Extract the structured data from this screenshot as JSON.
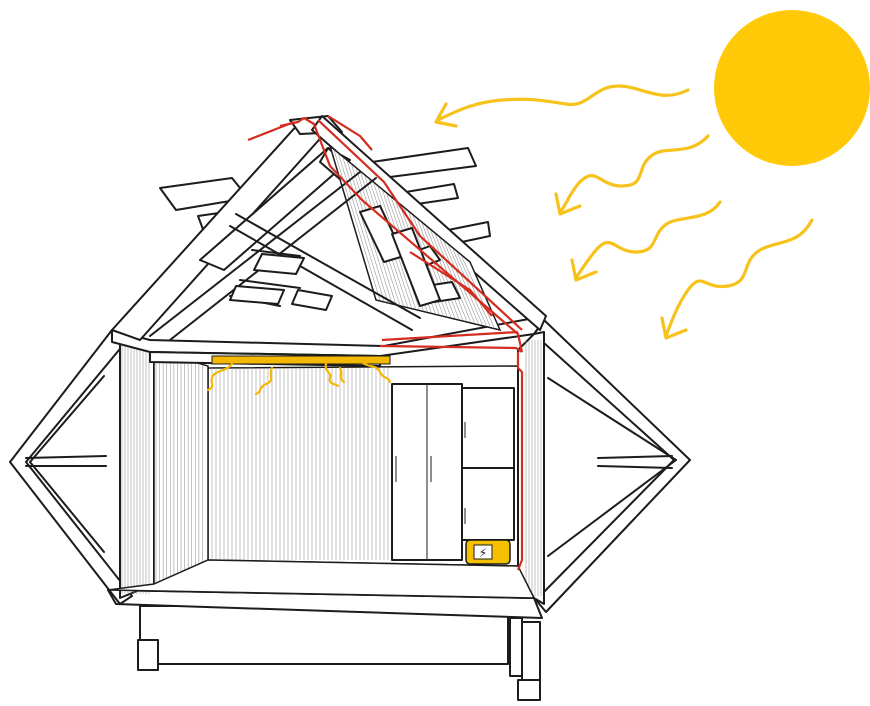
{
  "diagram": {
    "subject": "solar-heated-cabin-cross-section",
    "colors": {
      "sun": "#ffc907",
      "sun_rays": "#f7c21b",
      "heat_pipe": "#d42c1f",
      "radiant_heat": "#f5b800",
      "battery": "#f5c000",
      "outline": "#1c1c1c",
      "background": "#ffffff"
    },
    "battery_symbol": "⚡",
    "ray_count": 4,
    "radiant_heat_wisps": 5
  }
}
